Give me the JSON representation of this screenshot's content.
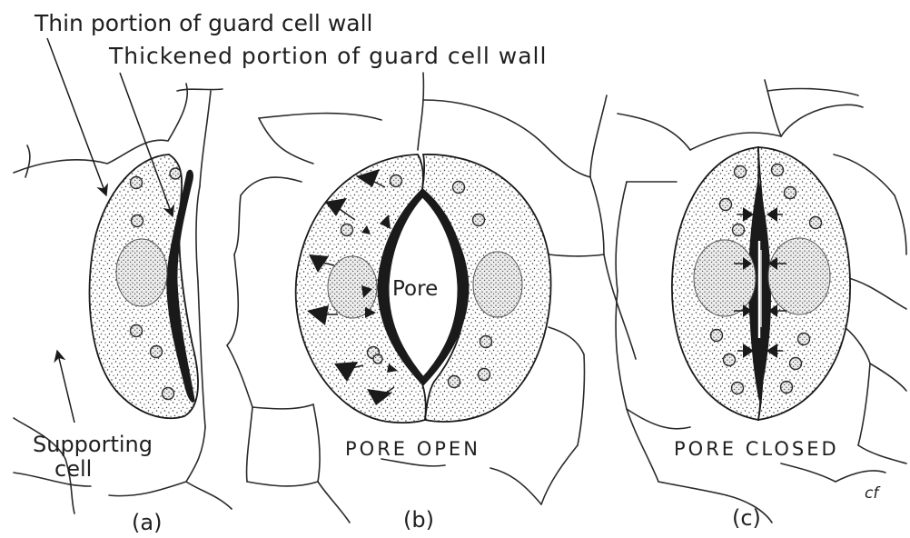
{
  "labels": {
    "thin_wall": "Thin portion of guard cell wall",
    "thickened_wall": "Thickened portion of guard cell wall",
    "supporting_cell_line1": "Supporting",
    "supporting_cell_line2": "cell",
    "pore": "Pore",
    "pore_open": "PORE OPEN",
    "pore_closed": "PORE CLOSED",
    "panel_a": "(a)",
    "panel_b": "(b)",
    "panel_c": "(c)",
    "signature": "cf"
  }
}
